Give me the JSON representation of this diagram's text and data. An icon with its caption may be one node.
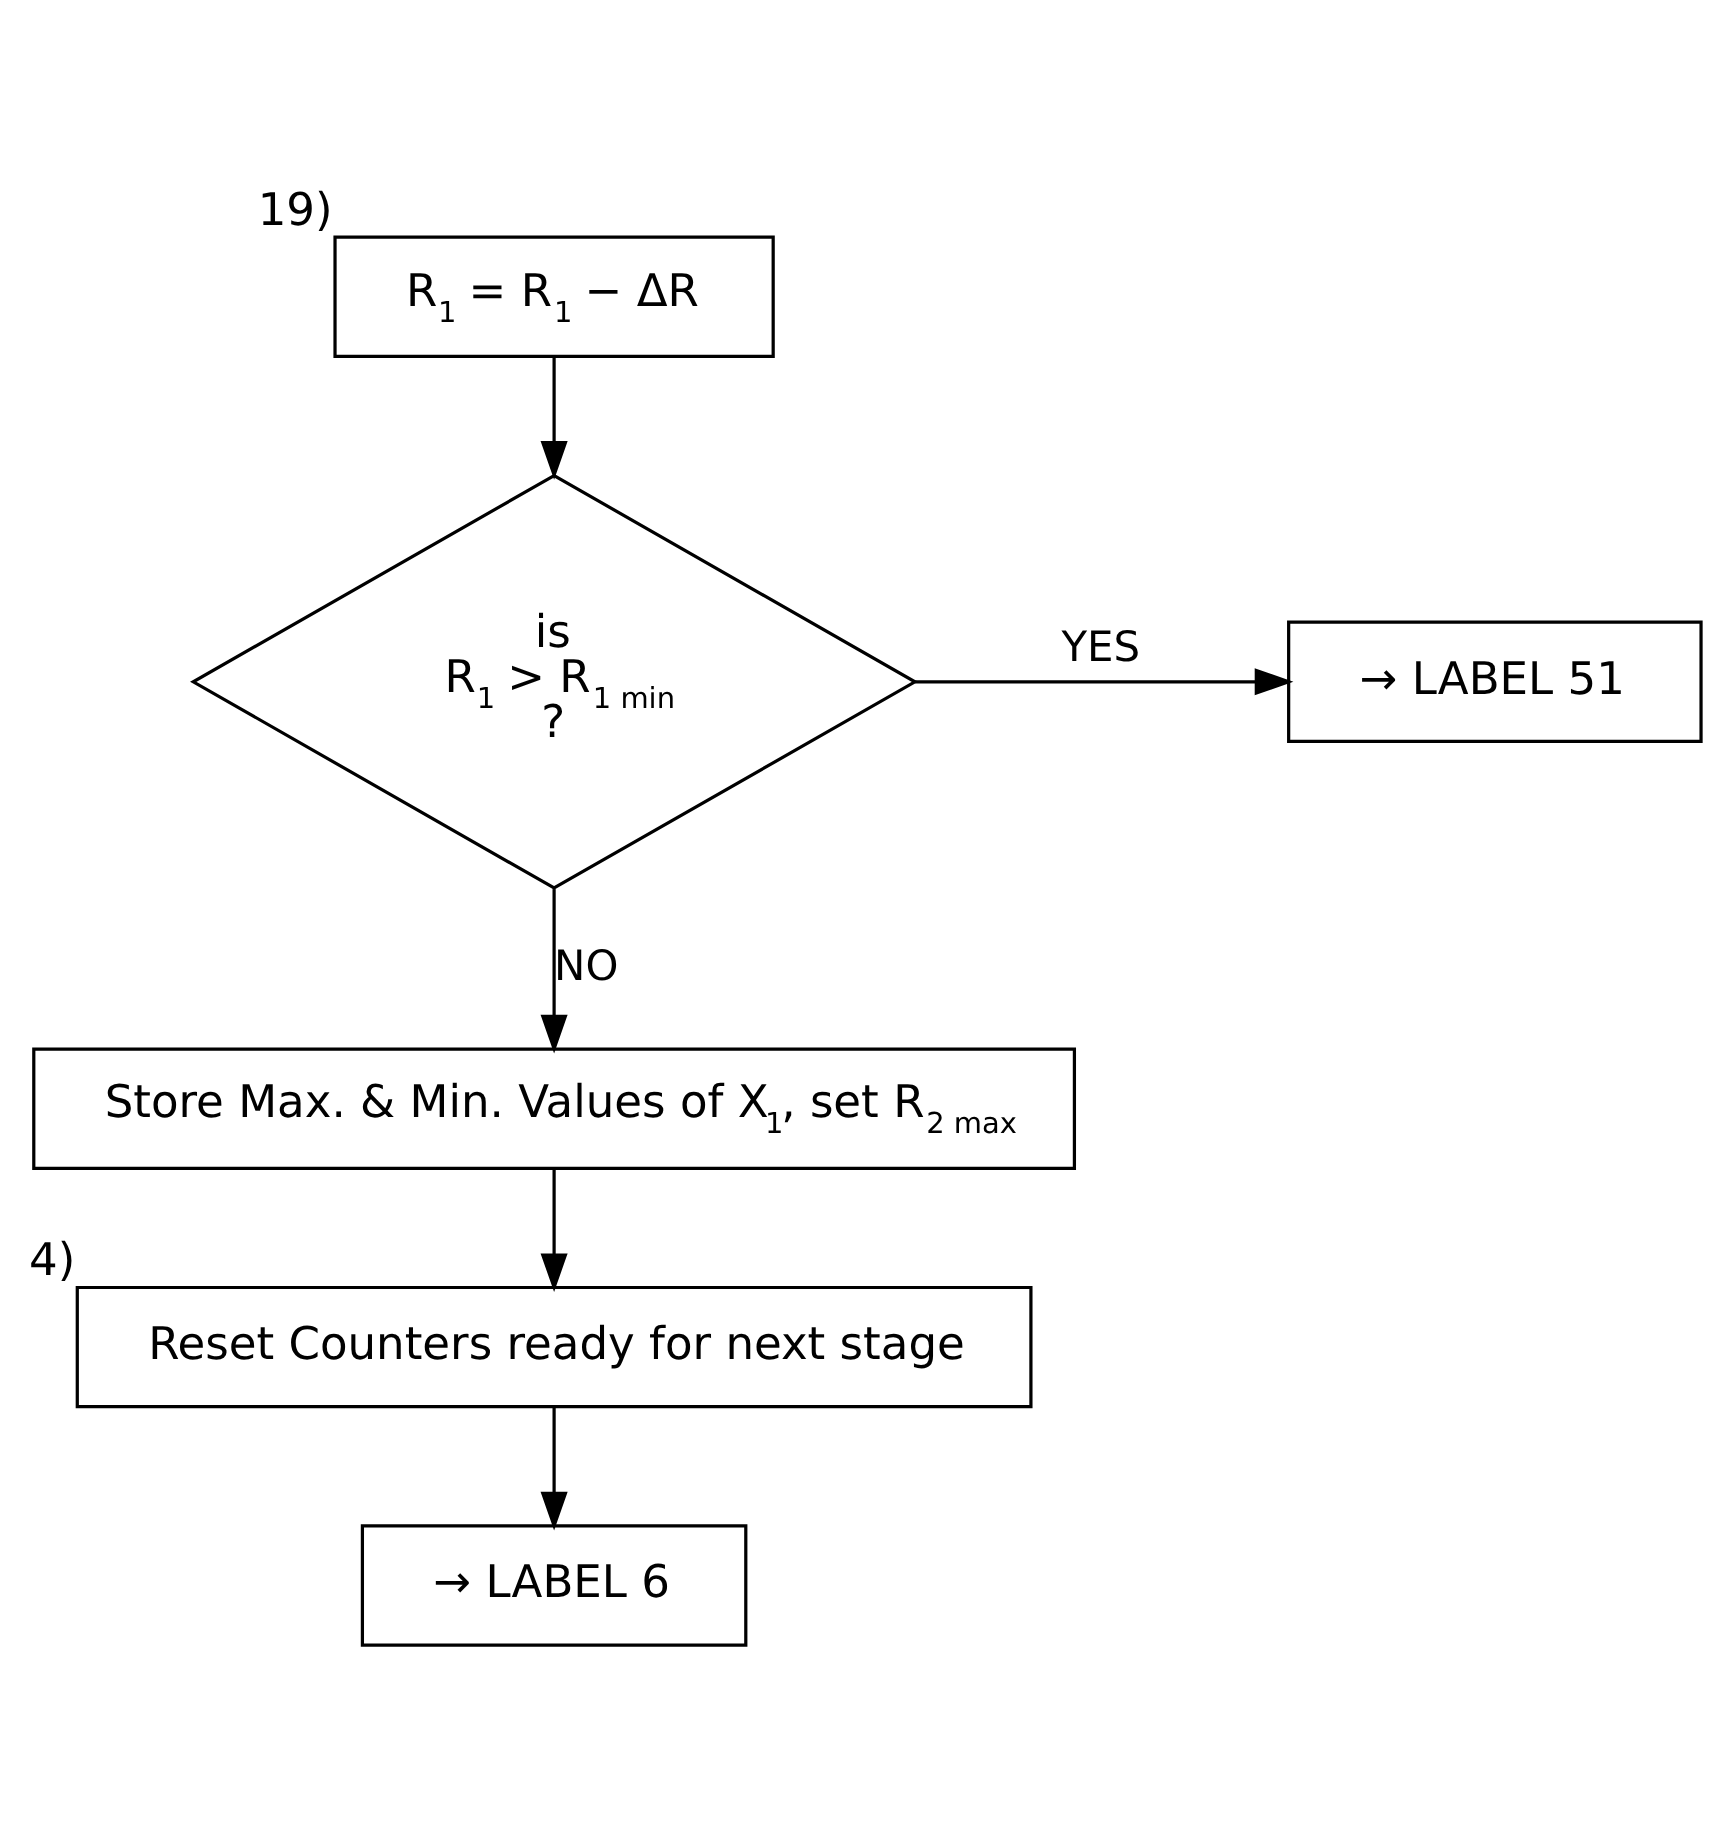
{
  "diagram": {
    "nodes": [
      {
        "text": [
          "R$_{1}$ = R$_{1}$ − ΔR"
        ],
        "beside": [
          "19)"
        ]
      },
      {
        "text": [
          "is",
          "R$_{1}$ > R$_{1 min}$",
          "?"
        ]
      },
      {
        "text": [
          "→ LABEL 51"
        ]
      },
      {
        "text": [
          "Store Max. & Min. Values of X$_{1}$, set R$_{2 max}$"
        ]
      },
      {
        "text": [
          "Reset Counters ready for next stage"
        ],
        "beside": [
          "4)"
        ]
      },
      {
        "text": [
          "→ LABEL 6"
        ]
      }
    ],
    "edges": [
      {
        "from": 0,
        "to": 1,
        "arrow": "to"
      },
      {
        "from": 1,
        "to": 2,
        "arrow": "to",
        "label": "YES"
      },
      {
        "from": 1,
        "to": 3,
        "arrow": "to",
        "label": "NO"
      },
      {
        "from": 3,
        "to": 4,
        "arrow": "to"
      },
      {
        "from": 4,
        "to": 5,
        "arrow": "to"
      }
    ]
  }
}
